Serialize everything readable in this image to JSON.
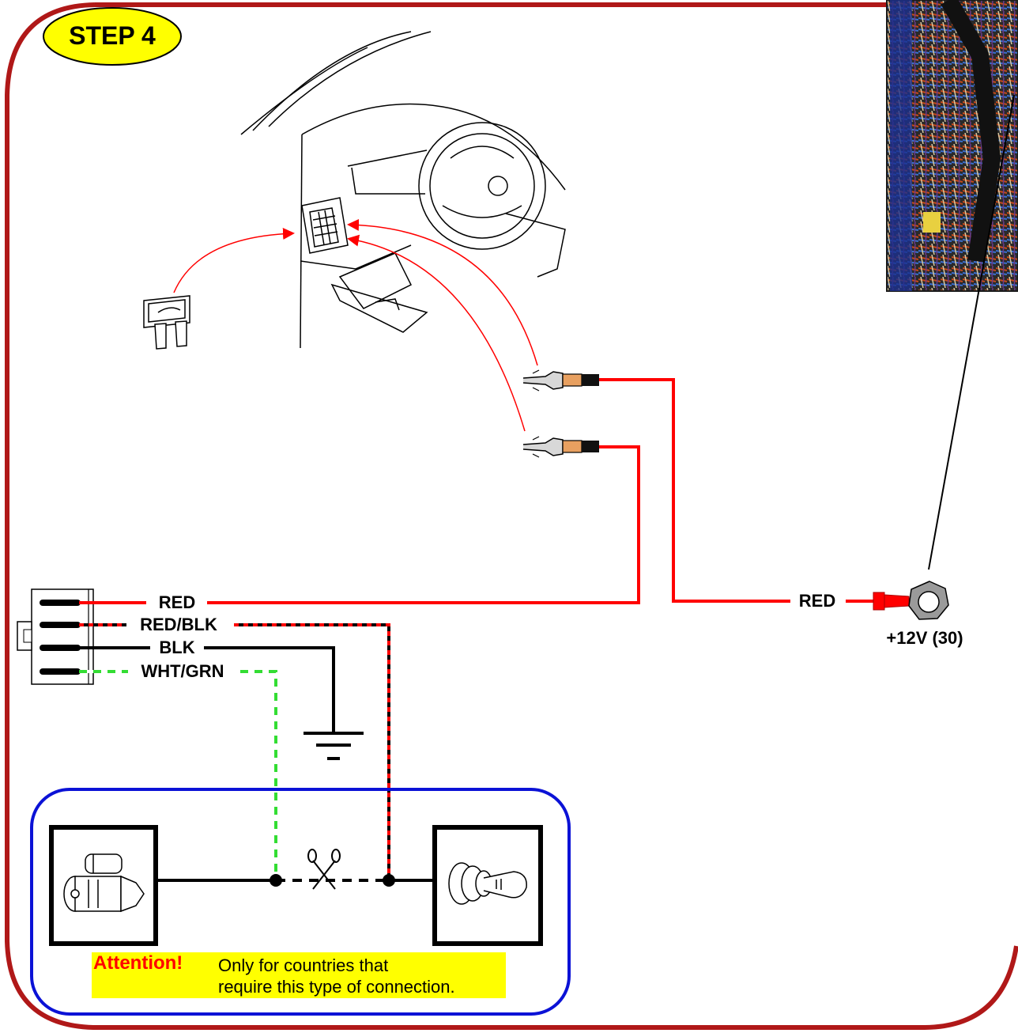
{
  "step_label": "STEP 4",
  "wires": {
    "red": "RED",
    "red_blk": "RED/BLK",
    "blk": "BLK",
    "wht_grn": "WHT/GRN",
    "red_to_terminal": "RED"
  },
  "terminal_label": "+12V (30)",
  "attention": {
    "title": "Attention!",
    "line1": "Only for countries that",
    "line2": "require this type of connection."
  },
  "colors": {
    "frame": "#b01818",
    "step_badge": "#ffff00",
    "red_wire": "#ff0000",
    "green_wire": "#33dd33",
    "option_box": "#0b12d6",
    "highlight": "#ffff00"
  },
  "icons": [
    "fuse-icon",
    "fuse-box-icon",
    "dashboard-icon",
    "starter-motor-icon",
    "ignition-switch-icon",
    "scissors-icon",
    "ground-icon",
    "ring-terminal-icon",
    "connector-plug-icon",
    "blade-terminal-icon",
    "wiring-photo"
  ]
}
